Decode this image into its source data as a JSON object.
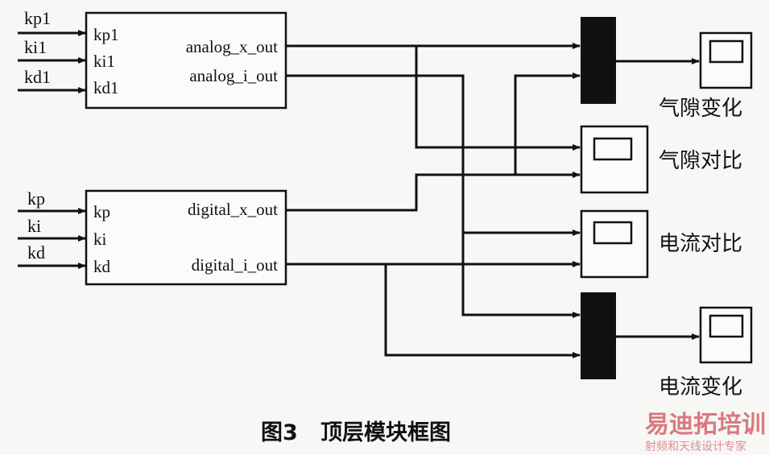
{
  "analog_block": {
    "inputs": [
      "kp1",
      "ki1",
      "kd1"
    ],
    "outputs": [
      "analog_x_out",
      "analog_i_out"
    ]
  },
  "digital_block": {
    "inputs": [
      "kp",
      "ki",
      "kd"
    ],
    "outputs": [
      "digital_x_out",
      "digital_i_out"
    ]
  },
  "scopes": {
    "gap_change": "气隙变化",
    "gap_compare": "气隙对比",
    "current_compare": "电流对比",
    "current_change": "电流变化"
  },
  "caption": "图3   顶层模块框图",
  "watermark": {
    "brand": "易迪拓培训",
    "tagline": "射频和天线设计专家"
  }
}
